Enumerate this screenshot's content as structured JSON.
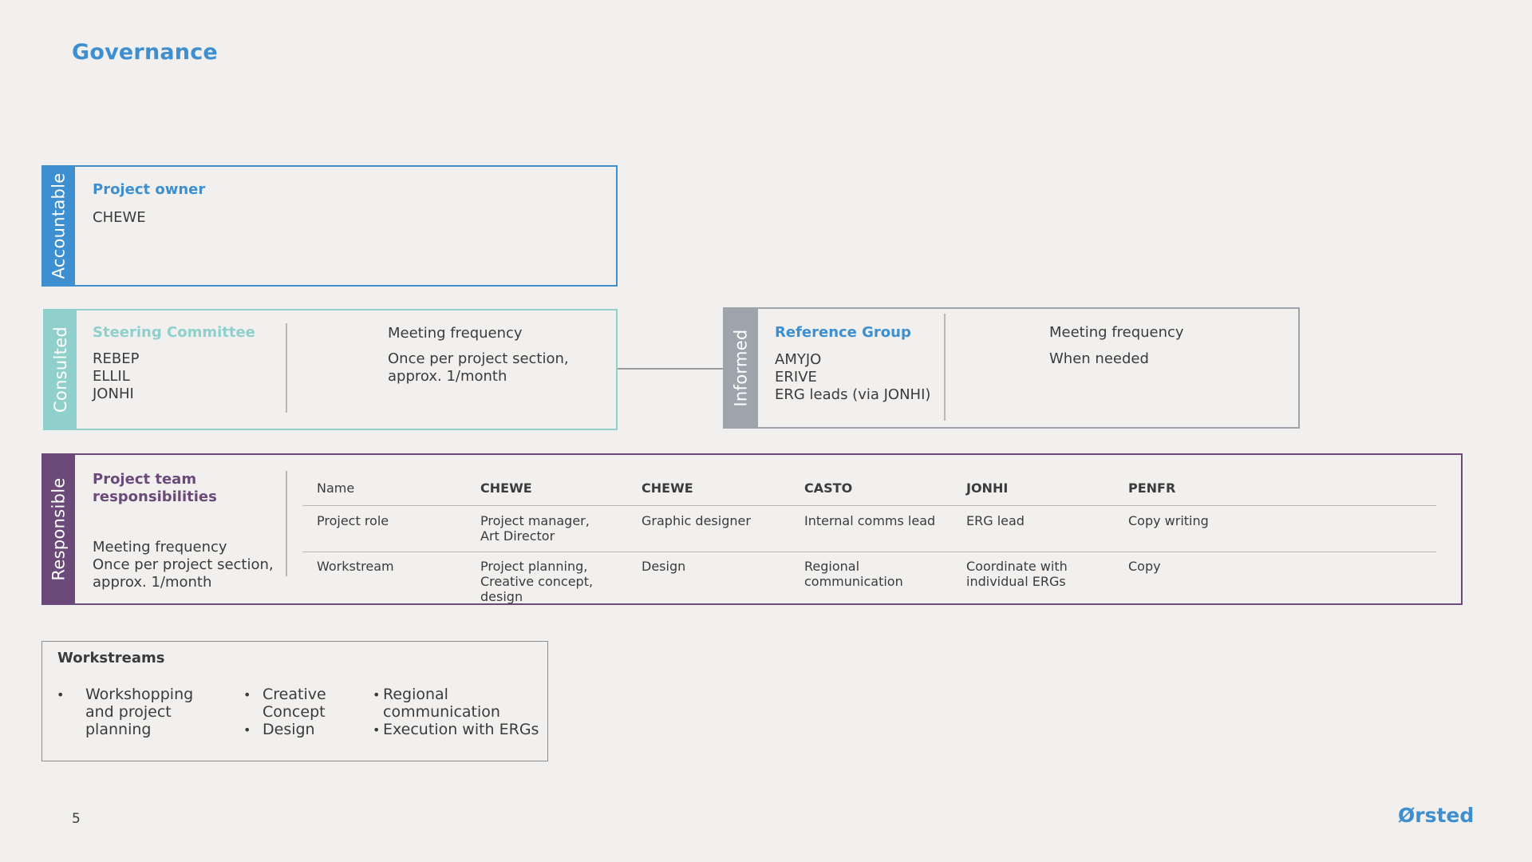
{
  "page": {
    "title": "Governance",
    "page_number": "5",
    "logo_text": "Ørsted"
  },
  "colors": {
    "accent_blue": "#3d8fd0",
    "teal": "#8fd0cc",
    "gray": "#9ea4ab",
    "purple": "#6b4a7a"
  },
  "accountable": {
    "tab": "Accountable",
    "label": "Project owner",
    "value": "CHEWE"
  },
  "consulted": {
    "tab": "Consulted",
    "label": "Steering Committee",
    "members": [
      "REBEP",
      "ELLIL",
      "JONHI"
    ],
    "freq_label": "Meeting frequency",
    "freq_value_1": "Once per project section,",
    "freq_value_2": "approx. 1/month"
  },
  "informed": {
    "tab": "Informed",
    "label": "Reference Group",
    "members": [
      "AMYJO",
      "ERIVE",
      "ERG leads (via JONHI)"
    ],
    "freq_label": "Meeting frequency",
    "freq_value": "When needed"
  },
  "responsible": {
    "tab": "Responsible",
    "label_1": "Project team",
    "label_2": "responsibilities",
    "freq_label": "Meeting frequency",
    "freq_value_1": "Once per project section,",
    "freq_value_2": "approx. 1/month",
    "table": {
      "header": [
        "Name",
        "CHEWE",
        "CHEWE",
        "CASTO",
        "JONHI",
        "PENFR"
      ],
      "rows": [
        [
          "Project role",
          "Project manager,\nArt Director",
          "Graphic designer",
          "Internal comms lead",
          "ERG lead",
          "Copy writing"
        ],
        [
          "Workstream",
          "Project planning,\nCreative concept,\ndesign",
          "Design",
          "Regional\ncommunication",
          "Coordinate with\nindividual ERGs",
          "Copy"
        ]
      ]
    }
  },
  "workstreams": {
    "title": "Workstreams",
    "col1": [
      "Workshopping",
      "and project",
      "planning"
    ],
    "col2": [
      "Creative",
      "Concept"
    ],
    "col2b": "Design",
    "col3a": [
      "Regional",
      "communication"
    ],
    "col3b": "Execution with ERGs"
  }
}
